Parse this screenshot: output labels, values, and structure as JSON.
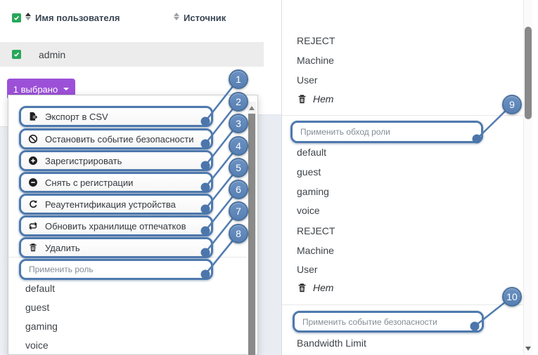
{
  "table": {
    "columns": [
      "Имя пользователя",
      "Источник"
    ],
    "row": {
      "username": "admin"
    }
  },
  "selection_button": {
    "label": "1 выбрано"
  },
  "callouts": [
    "1",
    "2",
    "3",
    "4",
    "5",
    "6",
    "7",
    "8",
    "9",
    "10"
  ],
  "action_menu": {
    "actions": [
      {
        "label": "Экспорт в CSV",
        "icon": "file-export-icon"
      },
      {
        "label": "Остановить событие безопасности",
        "icon": "ban-icon"
      },
      {
        "label": "Зарегистрировать",
        "icon": "plus-circle-icon"
      },
      {
        "label": "Снять с регистрации",
        "icon": "minus-circle-icon"
      },
      {
        "label": "Реаутентификация устройства",
        "icon": "sync-icon"
      },
      {
        "label": "Обновить хранилище отпечатков",
        "icon": "repeat-icon"
      },
      {
        "label": "Удалить",
        "icon": "trash-icon"
      }
    ],
    "apply_role_header": "Применить роль",
    "role_options": [
      "default",
      "guest",
      "gaming",
      "voice"
    ]
  },
  "roles_panel": {
    "top_options": [
      "REJECT",
      "Machine",
      "User"
    ],
    "clear_option_top": "Нет",
    "apply_bypass_header": "Применить обход роли",
    "bypass_options": [
      "default",
      "guest",
      "gaming",
      "voice",
      "REJECT",
      "Machine",
      "User"
    ],
    "clear_option_bypass": "Нет",
    "apply_security_event_header": "Применить событие безопасности",
    "security_event_options": [
      "Bandwidth Limit"
    ]
  },
  "colors": {
    "accent_purple": "#9c50d8",
    "annotation_blue": "#4e79ae",
    "badge_fill": "#6189bc",
    "checkbox_green": "#27a75a",
    "page_background": "#edf0f5"
  }
}
